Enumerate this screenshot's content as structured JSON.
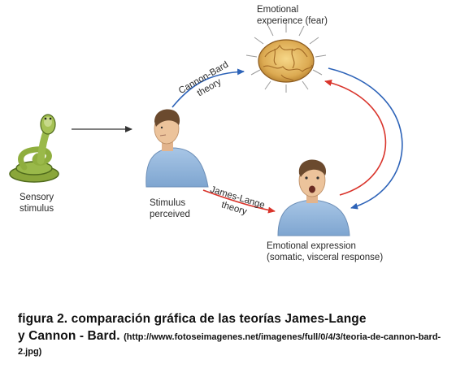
{
  "diagram": {
    "nodes": {
      "sensory_stimulus": {
        "line1": "Sensory",
        "line2": "stimulus"
      },
      "stimulus_perceived": {
        "line1": "Stimulus",
        "line2": "perceived"
      },
      "emotional_experience": {
        "line1": "Emotional",
        "line2": "experience (fear)"
      },
      "emotional_expression": {
        "line1": "Emotional expression",
        "line2": "(somatic, visceral response)"
      }
    },
    "theories": {
      "cannon_bard": {
        "line1": "Cannon-Bard",
        "line2": "theory",
        "color": "#2d63b8"
      },
      "james_lange": {
        "line1": "James-Lange",
        "line2": "theory",
        "color": "#d9342b"
      }
    }
  },
  "caption": {
    "title_line1": "figura 2. comparación gráfica de las teorías James-Lange",
    "title_line2": "y Cannon - Bard.",
    "source": "(http://www.fotoseimagenes.net/imagenes/full/0/4/3/teoria-de-cannon-bard-2.jpg)"
  }
}
